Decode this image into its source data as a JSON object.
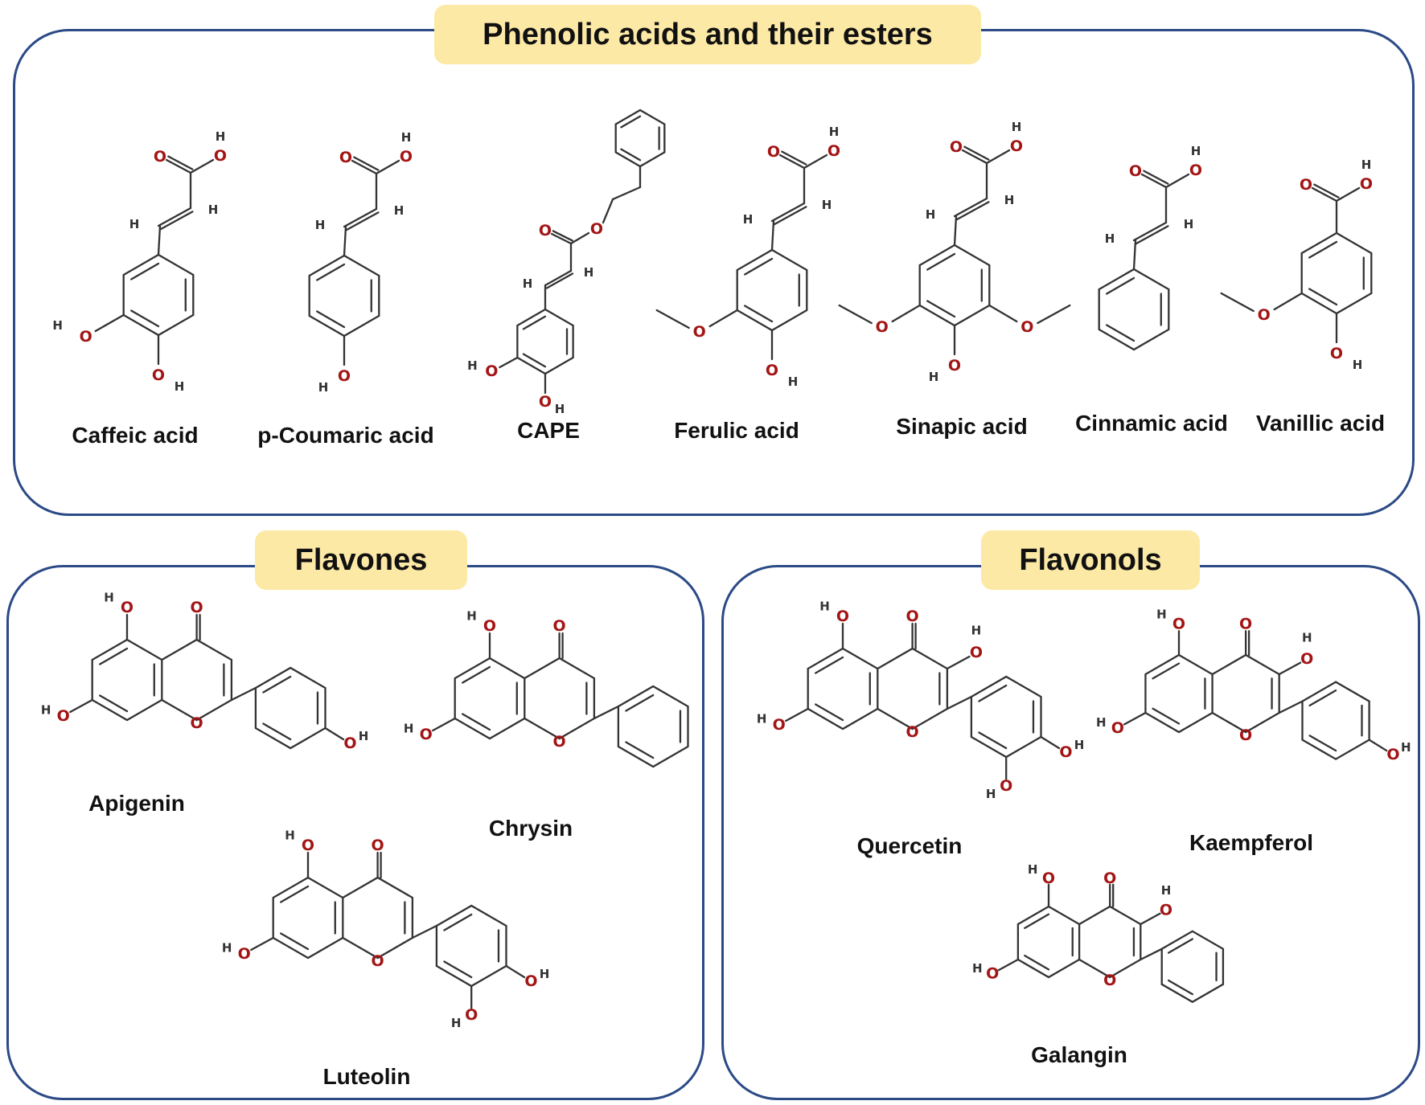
{
  "panels": {
    "phenolic": {
      "title": "Phenolic acids and their esters"
    },
    "flavones": {
      "title": "Flavones"
    },
    "flavonols": {
      "title": "Flavonols"
    }
  },
  "compounds": {
    "caffeic": "Caffeic acid",
    "coumaric": "p-Coumaric acid",
    "cape": "CAPE",
    "ferulic": "Ferulic acid",
    "sinapic": "Sinapic acid",
    "cinnamic": "Cinnamic acid",
    "vanillic": "Vanillic acid",
    "apigenin": "Apigenin",
    "chrysin": "Chrysin",
    "luteolin": "Luteolin",
    "quercetin": "Quercetin",
    "kaempferol": "Kaempferol",
    "galangin": "Galangin"
  },
  "atoms": {
    "oxygen": "O",
    "hydrogen": "H"
  },
  "colors": {
    "panel_border": "#2b4a86",
    "title_fill": "#fde9a6",
    "oxygen": "#a31515",
    "bond": "#333333"
  }
}
